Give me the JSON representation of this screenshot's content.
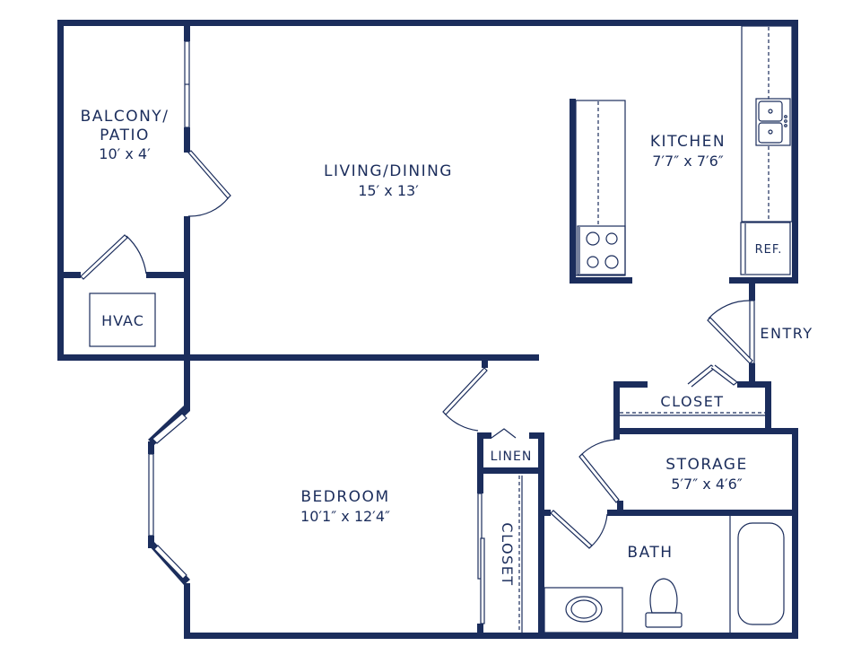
{
  "colors": {
    "wall": "#1b2d5c",
    "background": "#ffffff"
  },
  "rooms": {
    "balcony": {
      "name_line1": "BALCONY/",
      "name_line2": "PATIO",
      "size": "10′ x 4′"
    },
    "hvac": {
      "name": "HVAC"
    },
    "living": {
      "name": "LIVING/DINING",
      "size": "15′ x 13′"
    },
    "kitchen": {
      "name": "KITCHEN",
      "size": "7′7″ x 7′6″"
    },
    "ref": {
      "name": "REF."
    },
    "entry": {
      "name": "ENTRY"
    },
    "entry_closet": {
      "name": "CLOSET"
    },
    "storage": {
      "name": "STORAGE",
      "size": "5′7″ x 4′6″"
    },
    "bedroom": {
      "name": "BEDROOM",
      "size": "10′1″ x 12′4″"
    },
    "linen": {
      "name": "LINEN"
    },
    "bedroom_closet": {
      "name": "CLOSET"
    },
    "bath": {
      "name": "BATH"
    }
  }
}
